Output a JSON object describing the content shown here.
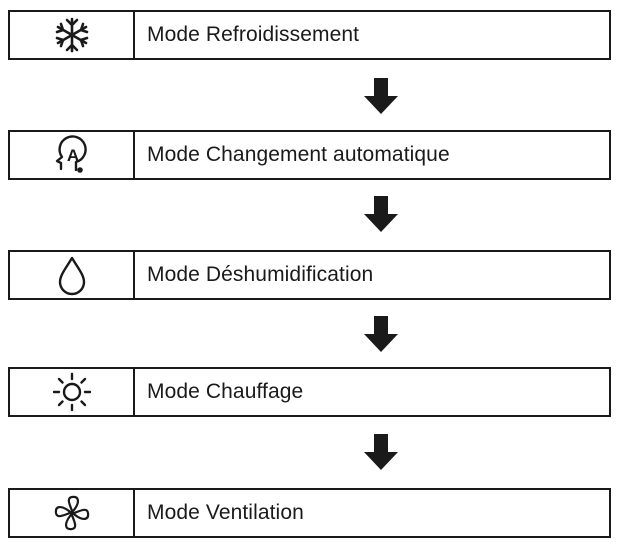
{
  "modes": [
    {
      "label": "Mode Refroidissement",
      "icon": "snowflake-icon"
    },
    {
      "label": "Mode Changement automatique",
      "icon": "auto-mode-icon",
      "icon_text": "A"
    },
    {
      "label": "Mode Déshumidification",
      "icon": "water-drop-icon"
    },
    {
      "label": "Mode Chauffage",
      "icon": "sun-icon"
    },
    {
      "label": "Mode Ventilation",
      "icon": "fan-icon"
    }
  ],
  "colors": {
    "stroke": "#1a1a1a",
    "background": "#ffffff"
  }
}
